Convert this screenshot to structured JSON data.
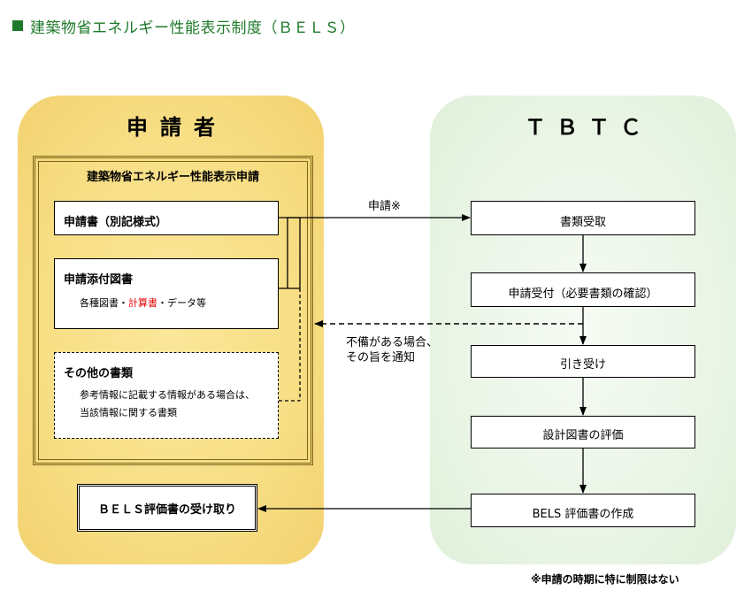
{
  "header": {
    "title": "建築物省エネルギー性能表示制度（ＢＥＬＳ）"
  },
  "applicant": {
    "title": "申請者",
    "group_title": "建築物省エネルギー性能表示申請",
    "documents": [
      {
        "label": "申請書（別記様式）"
      },
      {
        "label": "申請添付図書",
        "sub_before": "各種図書・",
        "sub_red": "計算書",
        "sub_after": "・データ等"
      },
      {
        "label": "その他の書類",
        "sub1": "参考情報に記載する情報がある場合は、",
        "sub2": "当該情報に関する書類"
      }
    ],
    "receive_label": "ＢＥＬＳ評価書の受け取り"
  },
  "tbtc": {
    "title": "ＴＢＴＣ",
    "steps": [
      "書類受取",
      "申請受付（必要書類の確認）",
      "引き受け",
      "設計図書の評価",
      "BELS 評価書の作成"
    ]
  },
  "flows": {
    "apply_label": "申請※",
    "deficient_line1": "不備がある場合、",
    "deficient_line2": "その旨を通知"
  },
  "footnote": "※申請の時期に特に制限はない",
  "colors": {
    "title_green": "#1e7a2a",
    "applicant_panel": "#f8df86",
    "tbtc_panel": "#eaf5e6",
    "highlight_red": "#e60000"
  }
}
